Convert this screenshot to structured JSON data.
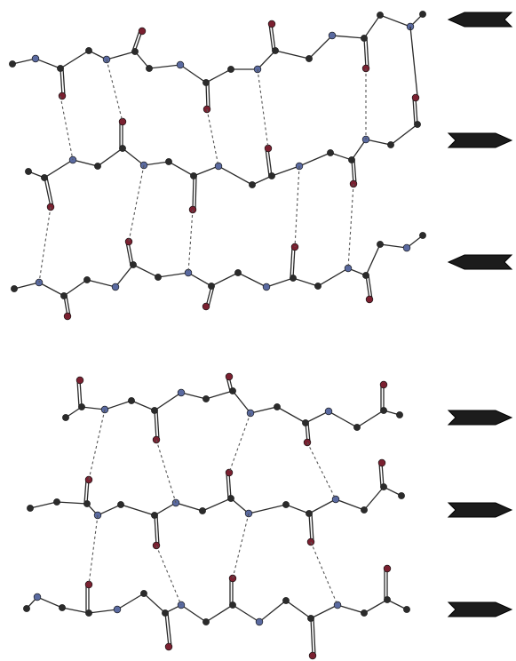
{
  "figure": {
    "panels": [
      {
        "id": "antiparallel",
        "strand_directions": [
          "left",
          "right",
          "left"
        ]
      },
      {
        "id": "parallel",
        "strand_directions": [
          "right",
          "right",
          "right"
        ]
      }
    ]
  },
  "colors": {
    "carbon": "#2b2b2b",
    "nitrogen": "#5a6aa0",
    "oxygen": "#7a2030",
    "arrow": "#1c1c1c",
    "bond": "#2a2a2a",
    "hbond": "#555555"
  },
  "icons": {
    "strand_arrow": "wide-arrow-icon"
  }
}
